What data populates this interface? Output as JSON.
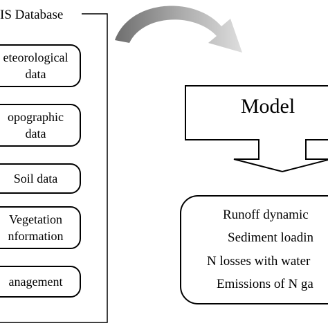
{
  "database": {
    "title": "IS Database",
    "inputs": [
      {
        "lines": [
          "eteorological",
          "data"
        ]
      },
      {
        "lines": [
          "opographic",
          "data"
        ]
      },
      {
        "lines": [
          "Soil data"
        ]
      },
      {
        "lines": [
          "Vegetation",
          "nformation"
        ]
      },
      {
        "lines": [
          "anagement"
        ]
      }
    ]
  },
  "model": {
    "label": "Model"
  },
  "outputs": [
    "Runoff dynamic",
    "Sediment loadin",
    "N losses with water",
    "Emissions of N ga"
  ]
}
